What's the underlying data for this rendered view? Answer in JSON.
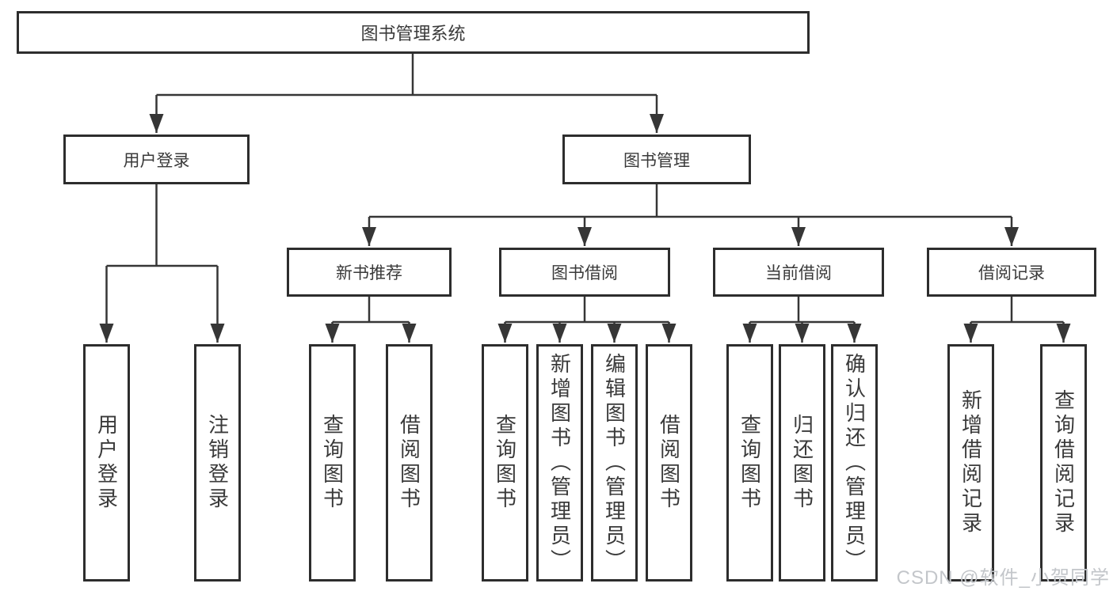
{
  "diagram": {
    "root": {
      "label": "图书管理系统"
    },
    "level2": [
      {
        "label": "用户登录"
      },
      {
        "label": "图书管理"
      }
    ],
    "level3": [
      {
        "label": "新书推荐"
      },
      {
        "label": "图书借阅"
      },
      {
        "label": "当前借阅"
      },
      {
        "label": "借阅记录"
      }
    ],
    "leaves": {
      "user_login": [
        "用户登录",
        "注销登录"
      ],
      "new_book": [
        "查询图书",
        "借阅图书"
      ],
      "borrow": [
        "查询图书",
        "新增图书（管理员）",
        "编辑图书（管理员）",
        "借阅图书"
      ],
      "current": [
        "查询图书",
        "归还图书",
        "确认归还（管理员）"
      ],
      "records": [
        "新增借阅记录",
        "查询借阅记录"
      ]
    }
  },
  "watermark": "CSDN @软件_小贺同学",
  "colors": {
    "line": "#363636",
    "box_border": "#2d2d2d",
    "text": "#3a3a3a",
    "watermark": "#c3c6ca",
    "background": "#ffffff"
  }
}
